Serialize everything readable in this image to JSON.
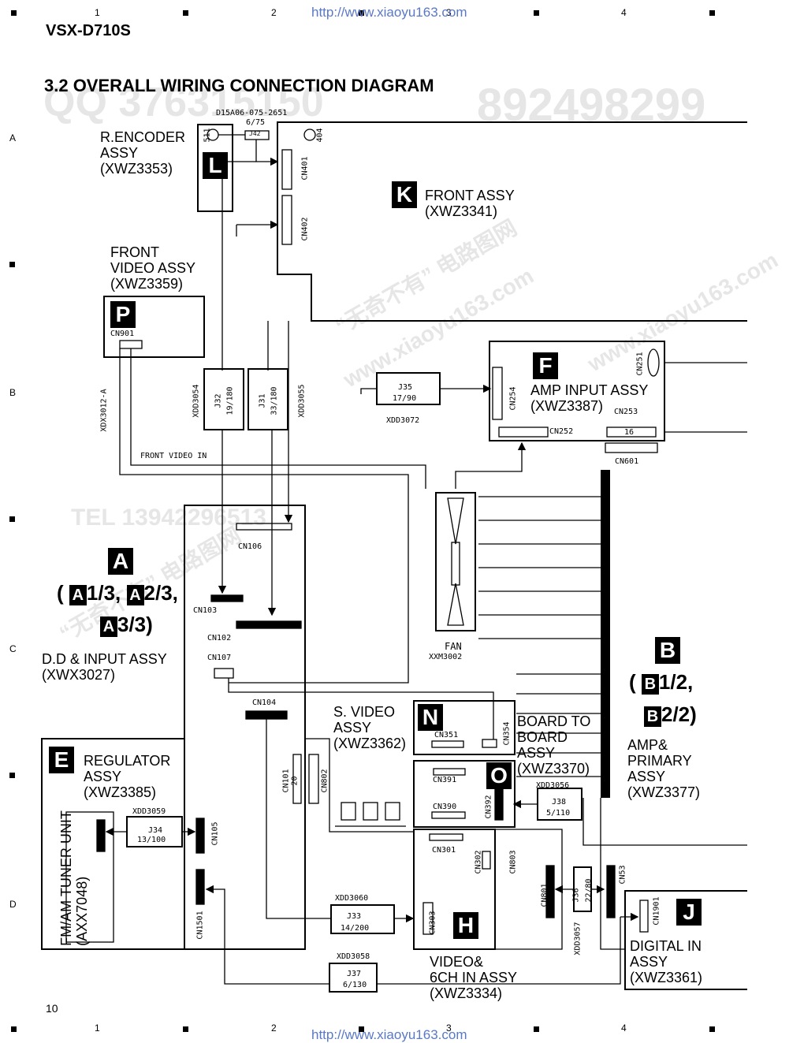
{
  "header": {
    "model": "VSX-D710S",
    "title": "3.2 OVERALL WIRING CONNECTION DIAGRAM",
    "page_number": "10"
  },
  "url": "http://www.xiaoyu163.com",
  "watermarks": [
    "QQ 376315150",
    "892498299",
    "TEL 13942296513",
    "“无奇不有” 电路图网",
    "www.xiaoyu163.com"
  ],
  "grid": {
    "columns": [
      "1",
      "2",
      "3",
      "4"
    ],
    "rows": [
      "A",
      "B",
      "C",
      "D"
    ]
  },
  "assemblies": {
    "L": {
      "badge": "L",
      "line1": "R.ENCODER",
      "line2": "ASSY",
      "line3": "(XWZ3353)"
    },
    "K": {
      "badge": "K",
      "line1": "FRONT ASSY",
      "line2": "(XWZ3341)"
    },
    "P": {
      "badge": "P",
      "line1": "FRONT",
      "line2": "VIDEO ASSY",
      "line3": "(XWZ3359)"
    },
    "F": {
      "badge": "F",
      "line1": "AMP INPUT ASSY",
      "line2": "(XWZ3387)"
    },
    "A": {
      "badge": "A",
      "sub1": "1/3,",
      "sub2": "2/3,",
      "sub3": "3/3",
      "line1": "D.D & INPUT ASSY",
      "line2": "(XWX3027)"
    },
    "B": {
      "badge": "B",
      "sub1": "1/2,",
      "sub2": "2/2",
      "line1": "AMP&",
      "line2": "PRIMARY",
      "line3": "ASSY",
      "line4": "(XWZ3377)"
    },
    "E": {
      "badge": "E",
      "line1": "REGULATOR",
      "line2": "ASSY",
      "line3": "(XWZ3385)"
    },
    "N": {
      "badge": "N",
      "line1": "S. VIDEO",
      "line2": "ASSY",
      "line3": "(XWZ3362)"
    },
    "O": {
      "badge": "O",
      "line1": "BOARD TO",
      "line2": "BOARD",
      "line3": "ASSY",
      "line4": "(XWZ3370)"
    },
    "H": {
      "badge": "H",
      "line1": "VIDEO&",
      "line2": "6CH IN ASSY",
      "line3": "(XWZ3334)"
    },
    "J": {
      "badge": "J",
      "line1": "DIGITAL IN",
      "line2": "ASSY",
      "line3": "(XWZ3361)"
    },
    "tuner": {
      "line1": "FM/AM TUNER UNIT",
      "line2": "(AXX7048)"
    }
  },
  "labels": {
    "d15a": "D15A06-075-2651",
    "d15a_sub": "6/75",
    "j42": "J42",
    "n511": "511",
    "n404": "404",
    "cn401": "CN401",
    "cn402": "CN402",
    "cn901": "CN901",
    "xdx3012": "XDX3012-A",
    "front_video_in": "FRONT VIDEO IN",
    "xdd3054": "XDD3054",
    "xdd3055": "XDD3055",
    "j32": "J32",
    "j32s": "19/180",
    "j31": "J31",
    "j31s": "33/180",
    "j35": "J35",
    "j35s": "17/90",
    "xdd3072": "XDD3072",
    "cn254": "CN254",
    "cn251": "CN251",
    "cn252": "CN252",
    "cn253": "CN253",
    "n16": "16",
    "cn601": "CN601",
    "cn106": "CN106",
    "cn103": "CN103",
    "cn102": "CN102",
    "cn107": "CN107",
    "cn104": "CN104",
    "fan": "FAN",
    "xxm3002": "XXM3002",
    "cn351": "CN351",
    "cn354": "CN354",
    "cn391": "CN391",
    "cn390": "CN390",
    "cn392": "CN392",
    "xdd3056": "XDD3056",
    "j38": "J38",
    "j38s": "5/110",
    "cn101": "CN101",
    "n20": "20",
    "cn802": "CN802",
    "xdd3059": "XDD3059",
    "j34": "J34",
    "j34s": "13/100",
    "cn105": "CN105",
    "cn1501": "CN1501",
    "xdd3060": "XDD3060",
    "j33": "J33",
    "j33s": "14/200",
    "cn301": "CN301",
    "cn302": "CN302",
    "cn803": "CN803",
    "cn303": "CN303",
    "cn801": "CN801",
    "j36": "J36",
    "j36s": "22/80",
    "xdd3057": "XDD3057",
    "cn53": "CN53",
    "cn1901": "CN1901",
    "xdd3058": "XDD3058",
    "j37": "J37",
    "j37s": "6/130"
  }
}
